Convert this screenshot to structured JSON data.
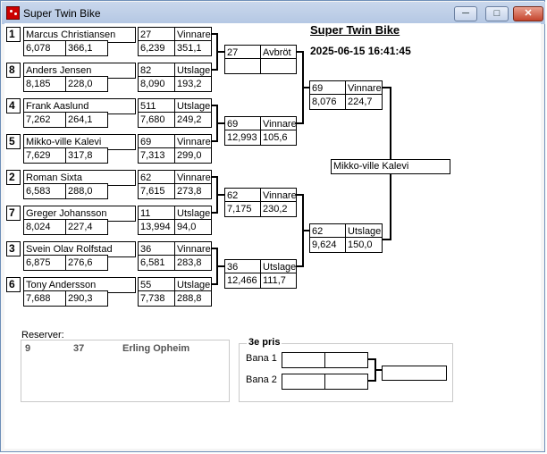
{
  "window": {
    "title": "Super Twin Bike"
  },
  "header": {
    "title": "Super Twin Bike",
    "datetime": "2025-06-15 16:41:45"
  },
  "round1": [
    {
      "seed": "1",
      "name": "Marcus Christiansen",
      "t1": "6,078",
      "t2": "366,1"
    },
    {
      "seed": "8",
      "name": "Anders Jensen",
      "t1": "8,185",
      "t2": "228,0"
    },
    {
      "seed": "4",
      "name": "Frank Aaslund",
      "t1": "7,262",
      "t2": "264,1"
    },
    {
      "seed": "5",
      "name": "Mikko-ville Kalevi",
      "t1": "7,629",
      "t2": "317,8"
    },
    {
      "seed": "2",
      "name": "Roman Sixta",
      "t1": "6,583",
      "t2": "288,0"
    },
    {
      "seed": "7",
      "name": "Greger Johansson",
      "t1": "8,024",
      "t2": "227,4"
    },
    {
      "seed": "3",
      "name": "Svein Olav Rolfstad",
      "t1": "6,875",
      "t2": "276,6"
    },
    {
      "seed": "6",
      "name": "Tony Andersson",
      "t1": "7,688",
      "t2": "290,3"
    }
  ],
  "round1_results": [
    {
      "no": "27",
      "status": "Vinnare",
      "t1": "6,239",
      "t2": "351,1"
    },
    {
      "no": "82",
      "status": "Utslagen",
      "t1": "8,090",
      "t2": "193,2"
    },
    {
      "no": "511",
      "status": "Utslagen",
      "t1": "7,680",
      "t2": "249,2"
    },
    {
      "no": "69",
      "status": "Vinnare",
      "t1": "7,313",
      "t2": "299,0"
    },
    {
      "no": "62",
      "status": "Vinnare",
      "t1": "7,615",
      "t2": "273,8"
    },
    {
      "no": "11",
      "status": "Utslagen",
      "t1": "13,994",
      "t2": "94,0"
    },
    {
      "no": "36",
      "status": "Vinnare",
      "t1": "6,581",
      "t2": "283,8"
    },
    {
      "no": "55",
      "status": "Utslagen",
      "t1": "7,738",
      "t2": "288,8"
    }
  ],
  "quarter": [
    {
      "no": "27",
      "status": "Avbröt",
      "t1": "",
      "t2": ""
    },
    {
      "no": "69",
      "status": "Vinnare",
      "t1": "12,993",
      "t2": "105,6"
    },
    {
      "no": "62",
      "status": "Vinnare",
      "t1": "7,175",
      "t2": "230,2"
    },
    {
      "no": "36",
      "status": "Utslagen",
      "t1": "12,466",
      "t2": "111,7"
    }
  ],
  "semi": [
    {
      "no": "69",
      "status": "Vinnare",
      "t1": "8,076",
      "t2": "224,7"
    },
    {
      "no": "62",
      "status": "Utslagen",
      "t1": "9,624",
      "t2": "150,0"
    }
  ],
  "final": {
    "winner": "Mikko-ville Kalevi"
  },
  "reserves": {
    "label": "Reserver:",
    "number": "9",
    "bike": "37",
    "name": "Erling Opheim"
  },
  "third_prize": {
    "label": "3e pris",
    "lane1": "Bana 1",
    "lane2": "Bana 2"
  }
}
